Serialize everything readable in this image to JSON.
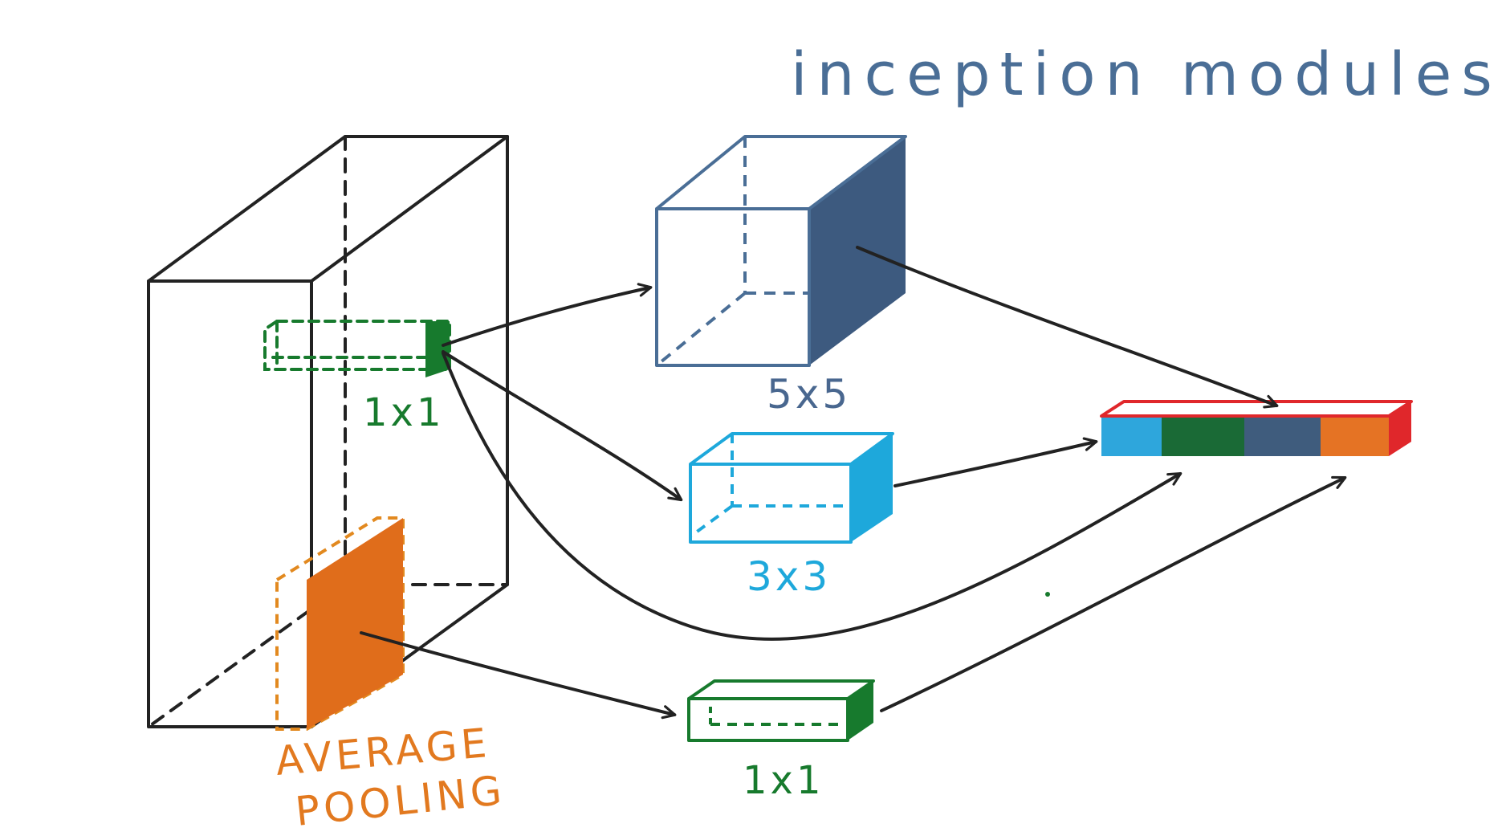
{
  "title": "inception modules",
  "labels": {
    "patch_1x1": "1x1",
    "conv_5x5": "5x5",
    "conv_3x3": "3x3",
    "conv_1x1": "1x1",
    "pool_line1": "AVERAGE",
    "pool_line2": "POOLING"
  },
  "colors": {
    "title": "#4a6e96",
    "ink": "#222222",
    "conv_5x5": "#3d5a7f",
    "conv_3x3": "#1ea8db",
    "conv_1x1": "#177a2d",
    "pooling": "#e06d1b",
    "concat_outline": "#e0272b"
  }
}
